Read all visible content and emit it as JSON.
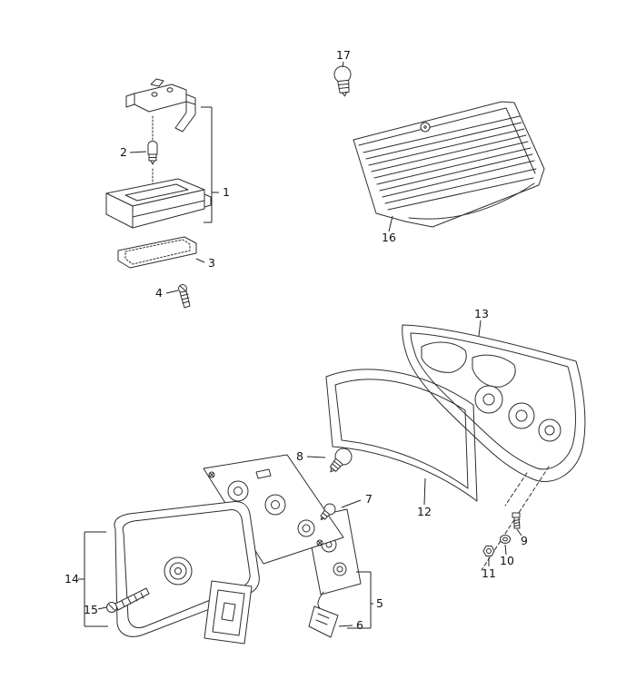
{
  "diagram": {
    "type": "exploded-parts-diagram",
    "background": "#ffffff",
    "line_color": "#2e2e2e",
    "labels": {
      "p1": "1",
      "p2": "2",
      "p3": "3",
      "p4": "4",
      "p5": "5",
      "p6": "6",
      "p7": "7",
      "p8": "8",
      "p9": "9",
      "p10": "10",
      "p11": "11",
      "p12": "12",
      "p13": "13",
      "p14": "14",
      "p15": "15",
      "p16": "16",
      "p17": "17"
    }
  }
}
